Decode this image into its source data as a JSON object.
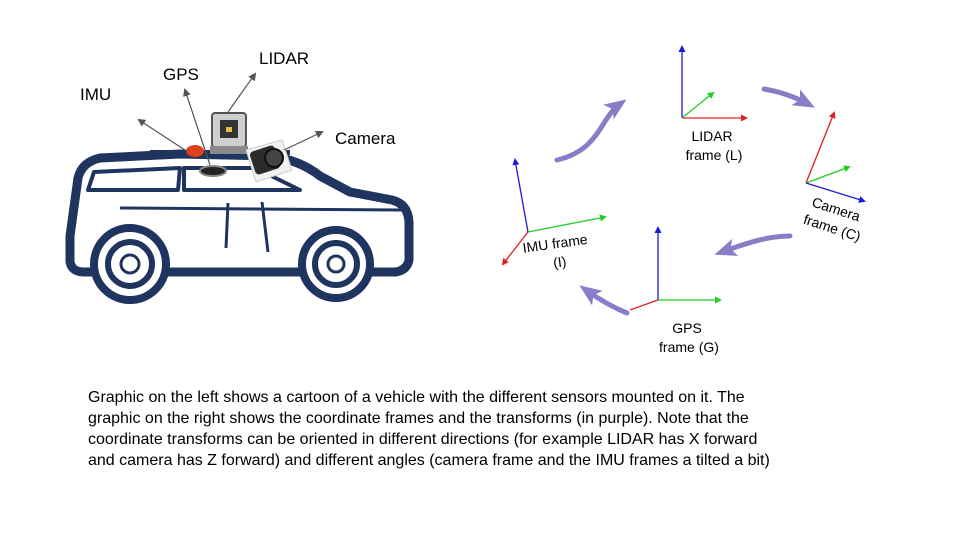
{
  "sensors": {
    "imu": "IMU",
    "gps": "GPS",
    "lidar": "LIDAR",
    "camera": "Camera"
  },
  "frames": {
    "lidar": [
      "LIDAR",
      "frame (L)"
    ],
    "camera": [
      "Camera",
      "frame (C)"
    ],
    "gps": [
      "GPS",
      "frame (G)"
    ],
    "imu": [
      "IMU frame",
      "(I)"
    ]
  },
  "caption": [
    "Graphic on the left shows a cartoon of a vehicle with the different sensors mounted on it. The",
    "graphic on the right shows the coordinate frames and the transforms (in purple). Note that the",
    "coordinate transforms can be oriented in different directions (for example LIDAR has X forward",
    "and camera has Z forward) and different angles (camera frame and the IMU frames a tilted a bit)"
  ],
  "colors": {
    "car_body": "#1f3560",
    "axis_x": "#e02020",
    "axis_y": "#22cc22",
    "axis_z": "#1a1ad8",
    "transform": "#8a7cc6",
    "pointer": "#555555",
    "imu_sensor": "#e0401a"
  }
}
